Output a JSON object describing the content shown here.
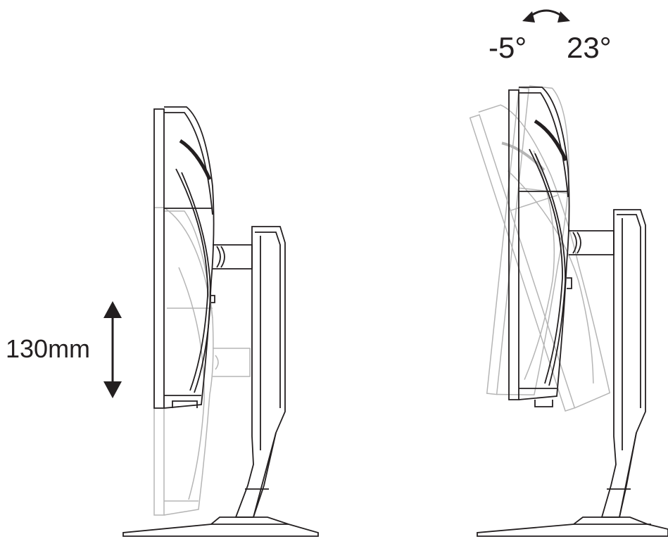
{
  "labels": {
    "height_adjustment": "130mm",
    "tilt_forward": "-5°",
    "tilt_back": "23°"
  },
  "colors": {
    "line": "#231f20",
    "ghost_line": "#b5b5b5",
    "background": "#ffffff"
  },
  "icons": {
    "height_arrow": "double-vertical-arrow",
    "tilt_arrow": "curved-double-arrow"
  }
}
